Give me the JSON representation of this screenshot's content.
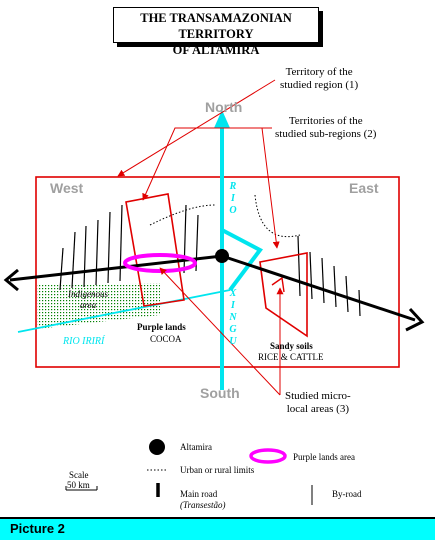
{
  "title": {
    "line1": "THE TRANSAMAZONIAN TERRITORY",
    "line2": "OF ALTAMIRA"
  },
  "compass": {
    "north": "North",
    "south": "South",
    "west": "West",
    "east": "East"
  },
  "annotations": {
    "territory_line1": "Territory of the",
    "territory_line2": "studied  region (1)",
    "subregions_line1": "Territories of the",
    "subregions_line2": "studied sub-regions (2)",
    "micro_line1": "Studied micro-",
    "micro_line2": "local areas (3)"
  },
  "map_labels": {
    "rio_xingu_upper": "R I O",
    "rio_xingu_lower": "X I N G U",
    "rio_iriri": "RIO IRIRÍ",
    "indigenous_line1": "Indigenous",
    "indigenous_line2": "area",
    "purple_lands": "Purple lands",
    "cocoa": "COCOA",
    "sandy_soils": "Sandy soils",
    "rice_cattle": "RICE & CATTLE"
  },
  "legend": {
    "altamira": "Altamira",
    "purple_lands_area": "Purple lands area",
    "limits": "Urban or rural limits",
    "main_road_line1": "Main road",
    "main_road_line2": "(Transestão)",
    "byroad": "By-road",
    "scale_label": "Scale",
    "scale_value": "50 km"
  },
  "footer": {
    "caption": "Picture 2"
  },
  "colors": {
    "territory_border": "#e00000",
    "river": "#00e5ee",
    "purple": "#ff00ff",
    "indigenous": "#008000",
    "footer_bg": "#00ffff",
    "compass_text": "#a0a0a0"
  }
}
